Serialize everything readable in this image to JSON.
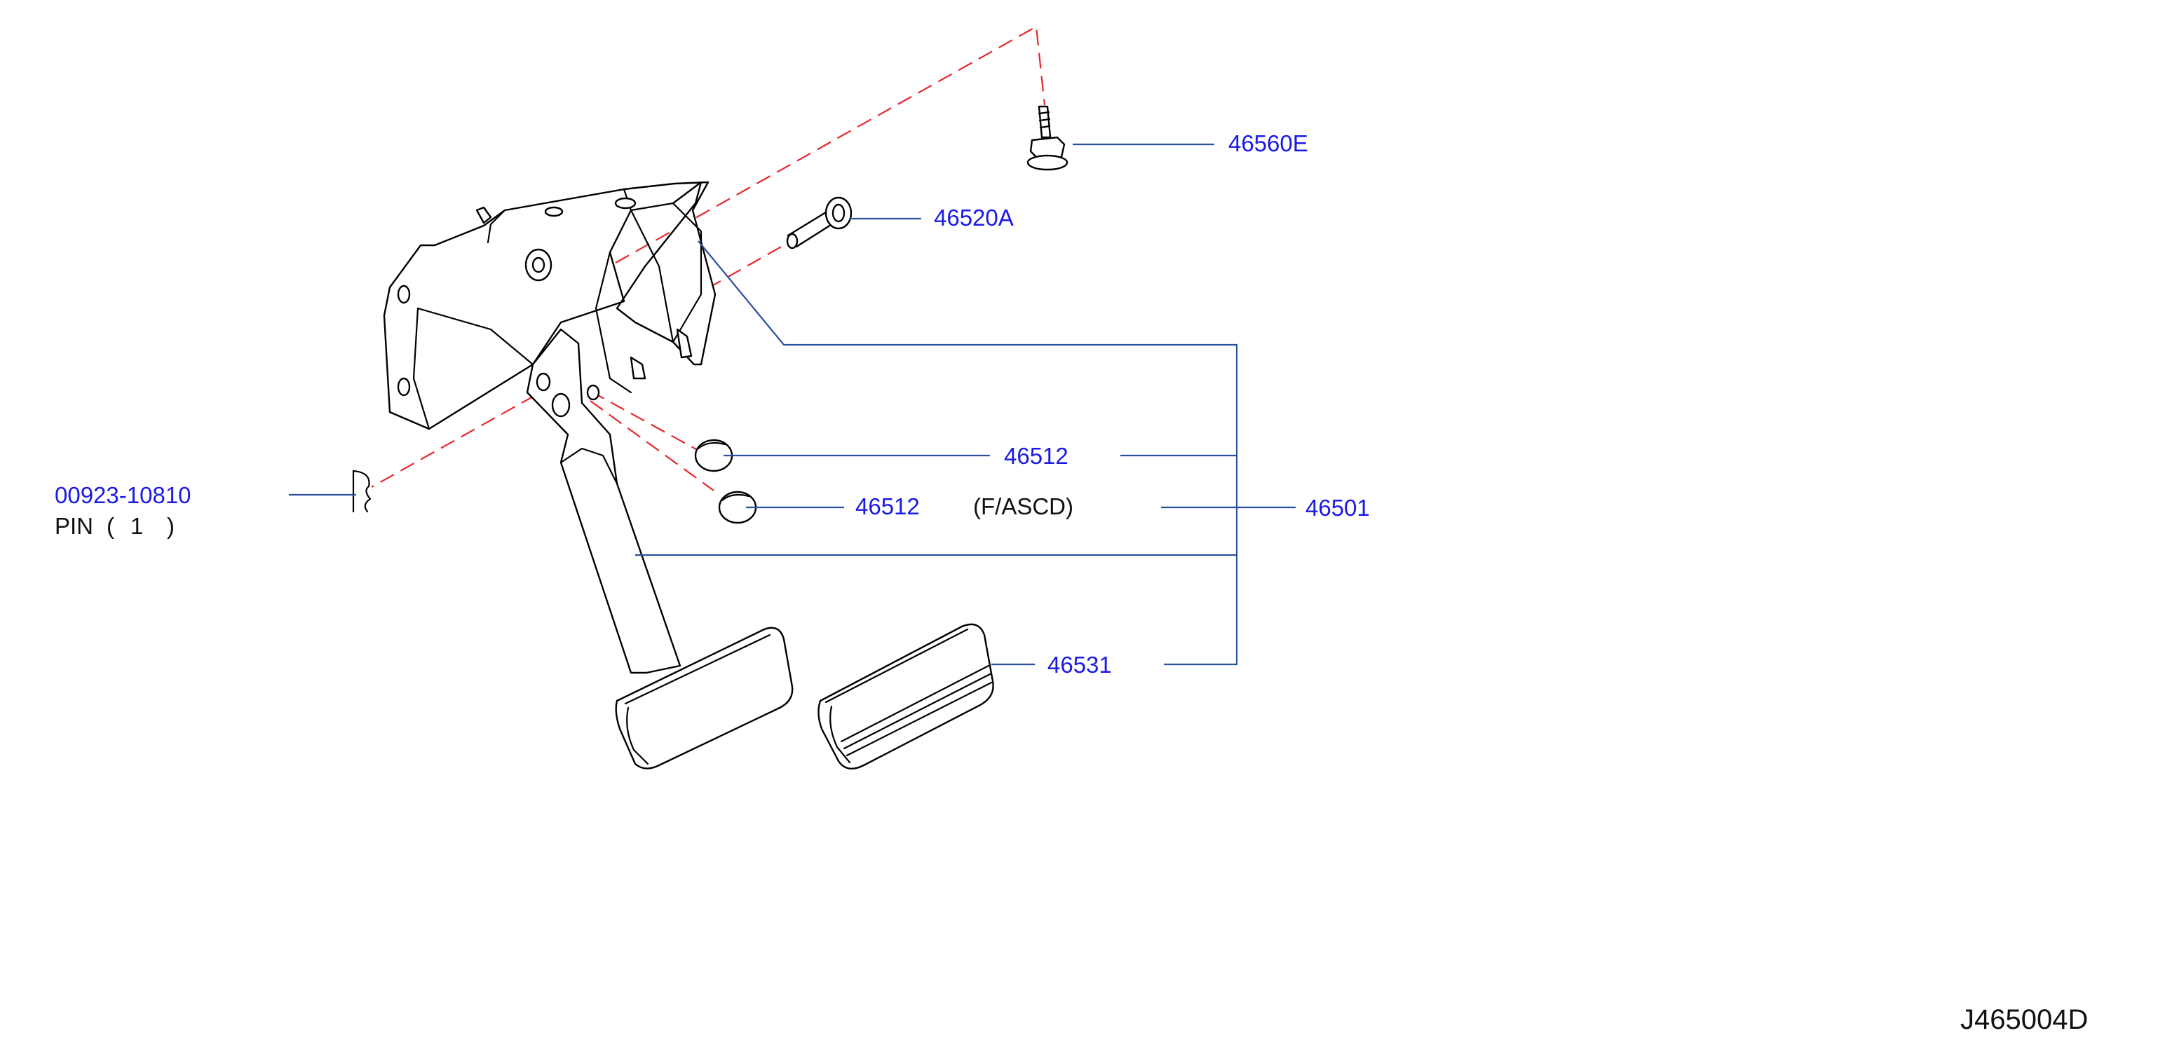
{
  "diagram_code": "J465004D",
  "callouts": {
    "bolt": "46560E",
    "clevis_pin": "46520A",
    "stopper_upper": "46512",
    "stopper_lower": "46512",
    "stopper_note": "(F/ASCD)",
    "pedal_assy": "46501",
    "pad": "46531",
    "pin_part_no": "00923-10810",
    "pin_name": "PIN",
    "pin_qty_open": "(",
    "pin_qty": "1",
    "pin_qty_close": ")"
  },
  "colors": {
    "part_number": "#1a1ae6",
    "leader": "#2a4f9c",
    "dashed_guide": "#e8262b",
    "outline": "#000000"
  }
}
